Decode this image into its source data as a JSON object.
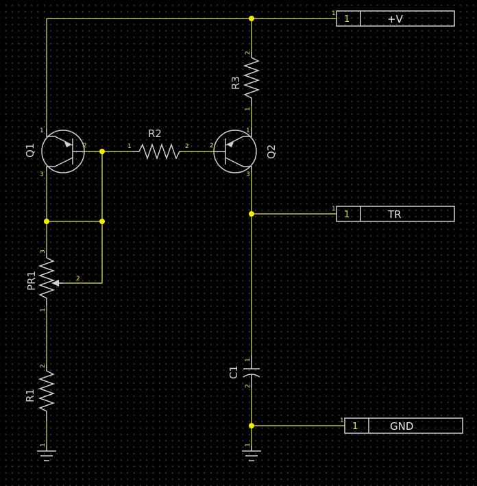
{
  "colors": {
    "background": "#000000",
    "wire": "#e8e85a",
    "component": "#d0d0d0",
    "junction": "#f0f000"
  },
  "components": {
    "q1": {
      "ref": "Q1",
      "pins": [
        "1",
        "2",
        "3"
      ]
    },
    "q2": {
      "ref": "Q2",
      "pins": [
        "1",
        "2",
        "3"
      ]
    },
    "r1": {
      "ref": "R1",
      "pins": [
        "1",
        "2"
      ]
    },
    "r2": {
      "ref": "R2",
      "pins": [
        "1",
        "2"
      ]
    },
    "r3": {
      "ref": "R3",
      "pins": [
        "1",
        "2"
      ]
    },
    "pr1": {
      "ref": "PR1",
      "pins": [
        "1",
        "2",
        "3"
      ]
    },
    "c1": {
      "ref": "C1",
      "pins": [
        "1",
        "2"
      ]
    }
  },
  "ports": [
    {
      "name": "+V",
      "pin": "1",
      "outer_pin": "1"
    },
    {
      "name": "TR",
      "pin": "1",
      "outer_pin": "1"
    },
    {
      "name": "GND",
      "pin": "1",
      "outer_pin": "1"
    }
  ],
  "grounds": [
    {
      "icon": "ground-icon",
      "pin": "1"
    },
    {
      "icon": "ground-icon",
      "pin": "1"
    }
  ]
}
